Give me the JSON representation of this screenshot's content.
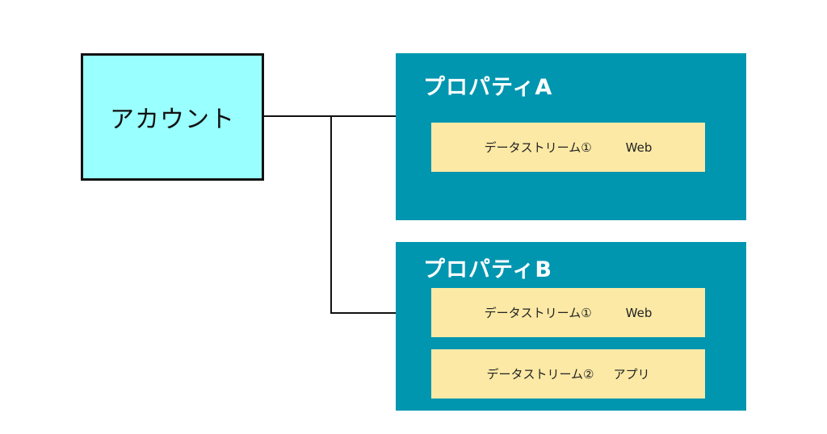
{
  "account": {
    "label": "アカウント"
  },
  "properties": [
    {
      "title": "プロパティA",
      "streams": [
        {
          "name": "データストリーム①",
          "type": "Web"
        }
      ]
    },
    {
      "title": "プロパティB",
      "streams": [
        {
          "name": "データストリーム①",
          "type": "Web"
        },
        {
          "name": "データストリーム②",
          "type": "アプリ"
        }
      ]
    }
  ],
  "colors": {
    "account_fill": "#99ffff",
    "property_fill": "#0096b0",
    "stream_fill": "#fbe9a5",
    "line": "#111111"
  }
}
